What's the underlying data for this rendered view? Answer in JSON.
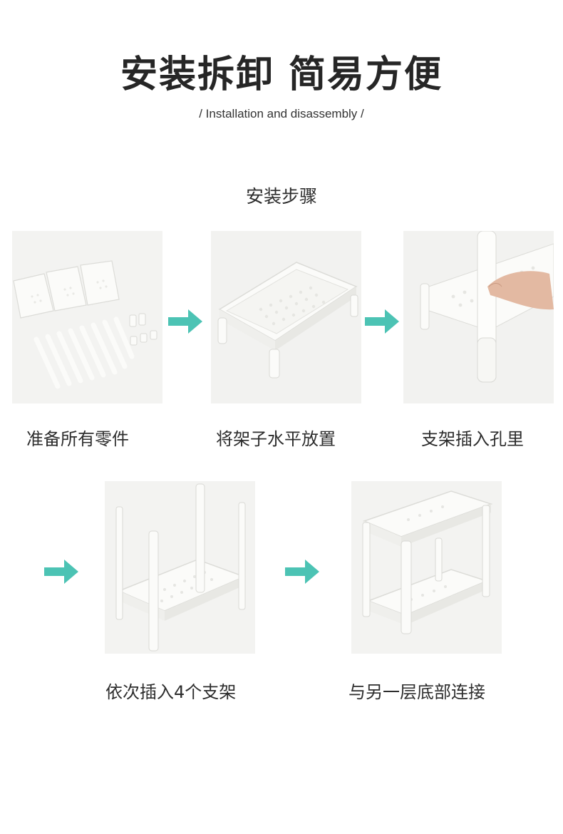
{
  "header": {
    "title": "安装拆卸 简易方便",
    "subtitle": "/ Installation and disassembly /"
  },
  "section_title": "安装步骤",
  "steps": [
    {
      "caption": "准备所有零件",
      "image": "parts-photo"
    },
    {
      "caption": "将架子水平放置",
      "image": "tray-photo"
    },
    {
      "caption": "支架插入孔里",
      "image": "insert-photo"
    },
    {
      "caption": "依次插入4个支架",
      "image": "legs-photo"
    },
    {
      "caption": "与另一层底部连接",
      "image": "assembled-photo"
    }
  ],
  "colors": {
    "arrow": "#4cc3b4",
    "photo_bg": "#f4f4f2",
    "plastic": "#fbfbf9"
  },
  "icons": [
    "arrow-right-icon"
  ]
}
